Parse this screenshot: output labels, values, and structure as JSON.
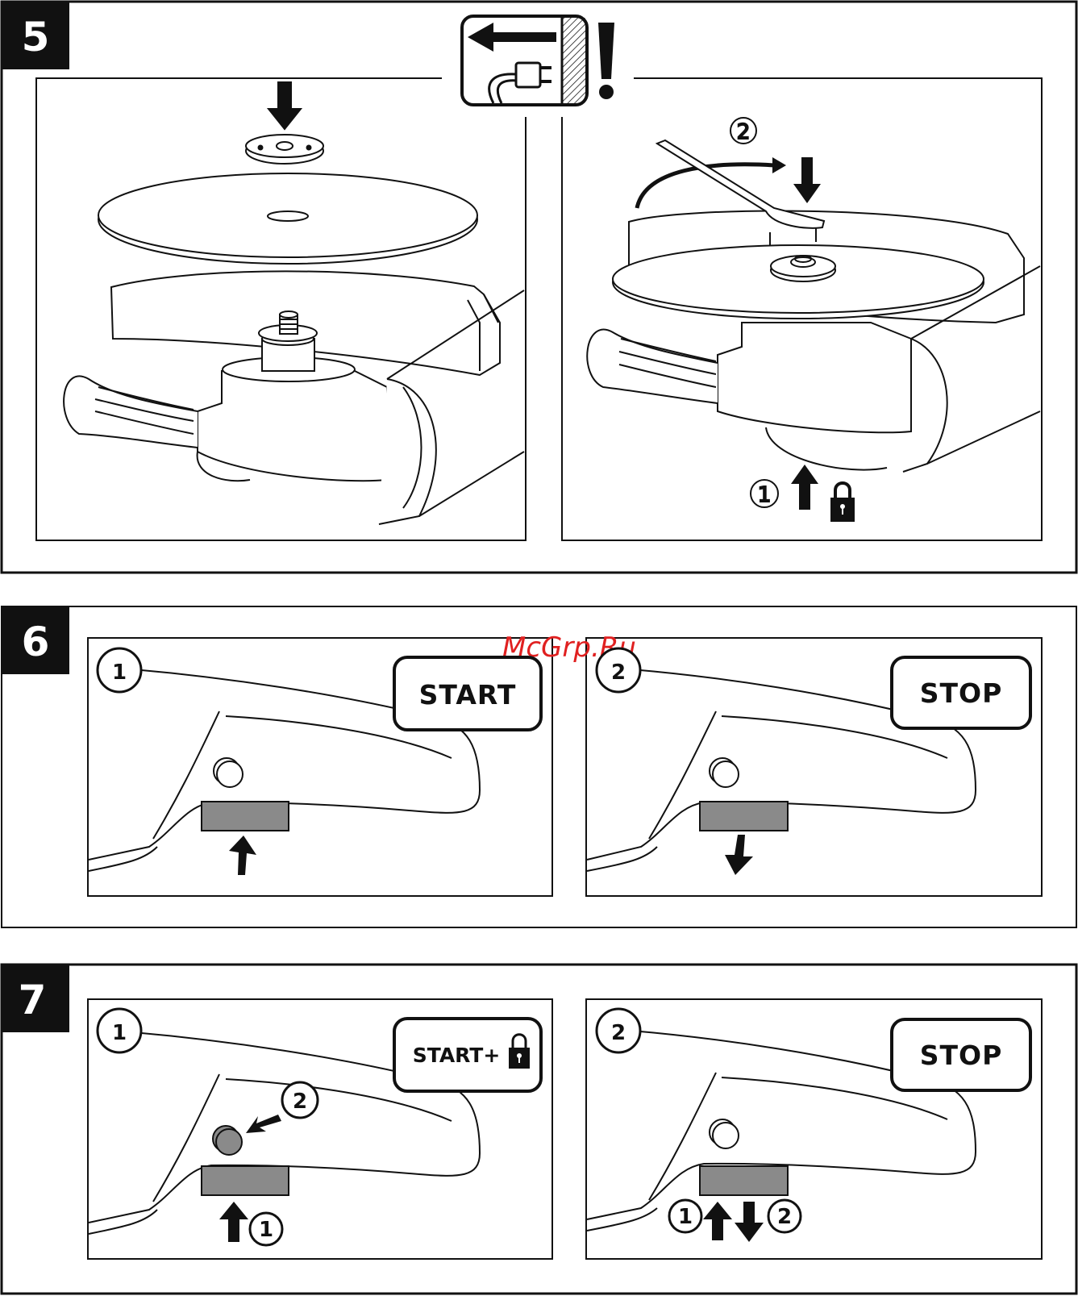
{
  "watermark": "McGrp.Ru",
  "steps": [
    {
      "number": "5",
      "panels": [
        {
          "callouts": []
        },
        {
          "callouts": [
            "2",
            "1"
          ]
        }
      ]
    },
    {
      "number": "6",
      "panels": [
        {
          "badge": "1",
          "button_label": "START"
        },
        {
          "badge": "2",
          "button_label": "STOP"
        }
      ]
    },
    {
      "number": "7",
      "panels": [
        {
          "badge": "1",
          "button_label": "START+",
          "callouts": [
            "2",
            "1"
          ]
        },
        {
          "badge": "2",
          "button_label": "STOP",
          "callouts": [
            "1",
            "2"
          ]
        }
      ]
    }
  ],
  "icons": {
    "unplug": "unplug-warning-icon",
    "lock": "padlock-icon",
    "arrow": "arrow-icon"
  },
  "colors": {
    "ink": "#111111",
    "trigger": "#8a8a8a",
    "watermark": "#e02020"
  }
}
